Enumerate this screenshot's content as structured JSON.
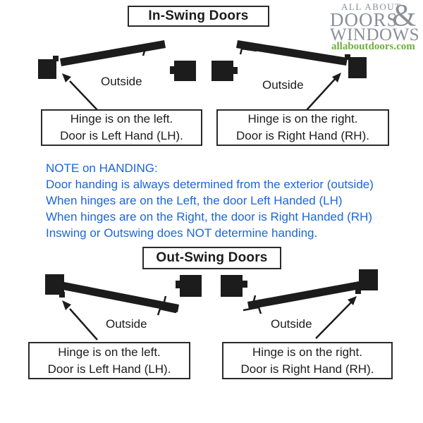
{
  "colors": {
    "ink": "#1c1c1c",
    "box_border": "#2b2b2b",
    "note_blue": "#1b66d9",
    "logo_gray": "#8b8f97",
    "logo_green": "#6fae3e",
    "background": "#ffffff"
  },
  "logo": {
    "line1": "ALL ABOUT",
    "doors": "DOORS",
    "ampersand": "&",
    "windows": "WINDOWS",
    "website": "allaboutdoors.com"
  },
  "in_swing": {
    "title": "In-Swing Doors",
    "left_outside": "Outside",
    "right_outside": "Outside",
    "left_caption": [
      "Hinge is on the left.",
      "Door is Left Hand (LH)."
    ],
    "right_caption": [
      "Hinge is on the right.",
      "Door is Right Hand (RH)."
    ]
  },
  "note": {
    "lines": [
      "NOTE on HANDING:",
      "Door handing is always determined from the exterior (outside)",
      "When hinges are on the Left, the door Left Handed (LH)",
      "When hinges are on the Right, the door is Right Handed (RH)",
      "Inswing or Outswing does NOT determine handing."
    ]
  },
  "out_swing": {
    "title": "Out-Swing Doors",
    "left_outside": "Outside",
    "right_outside": "Outside",
    "left_caption": [
      "Hinge is on the left.",
      "Door is Left Hand (LH)."
    ],
    "right_caption": [
      "Hinge is on the right.",
      "Door is Right Hand (RH)."
    ]
  }
}
